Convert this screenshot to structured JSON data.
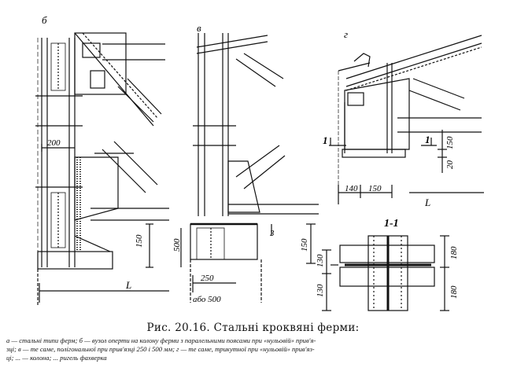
{
  "panels": {
    "b": {
      "letter": "б",
      "dims": {
        "d200": "200",
        "d150": "150",
        "d500": "500",
        "L": "L"
      }
    },
    "v": {
      "letter": "в",
      "dims": {
        "d250": "250",
        "d500alt": "або 500",
        "d3": "3",
        "d150": "150"
      }
    },
    "g": {
      "letter": "г",
      "dims": {
        "d140": "140",
        "d150a": "150",
        "d150b": "150",
        "d20": "20",
        "L": "L",
        "sec1": "1",
        "sec1b": "1"
      }
    },
    "section": {
      "title": "1-1",
      "dims": {
        "d130a": "130",
        "d130b": "130",
        "d180a": "180",
        "d180b": "180"
      }
    }
  },
  "caption": {
    "title": "Рис. 20.16. Стальні кроквяні ферми:",
    "legend_lines": [
      "а — стальні типи ферм; б — вузол оперти на колону ферми з паралельними поясами при «нульовій» прив'я-",
      "зці; в — те саме, полігональної при прив'язці 250 і 500 мм; г — те саме, трикутної при «нульовій» прив'яз-",
      "ці; ... — колона; ... ригель фахверка"
    ]
  }
}
